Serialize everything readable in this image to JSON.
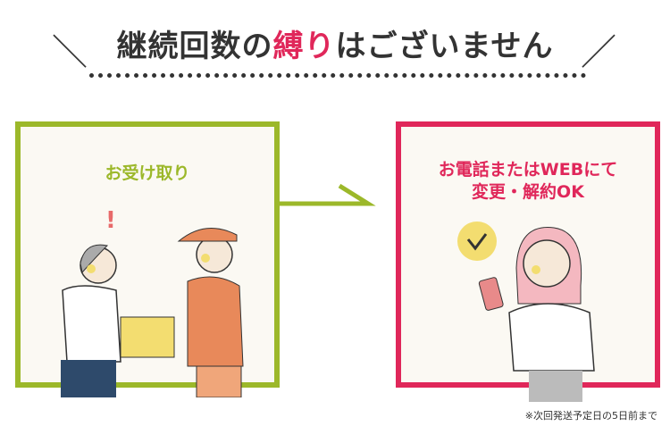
{
  "heading": {
    "part1": "継続回数の",
    "accent": "縛り",
    "part2": "はございません",
    "left_slash": "＼",
    "right_slash": "／"
  },
  "left_panel": {
    "label": "お受け取り"
  },
  "right_panel": {
    "label_line1": "お電話またはWEBにて",
    "label_line2": "変更・解約OK"
  },
  "footnote": "※次回発送予定日の5日前まで",
  "colors": {
    "green": "#9cb82a",
    "pink": "#e0275a",
    "text": "#333333"
  }
}
